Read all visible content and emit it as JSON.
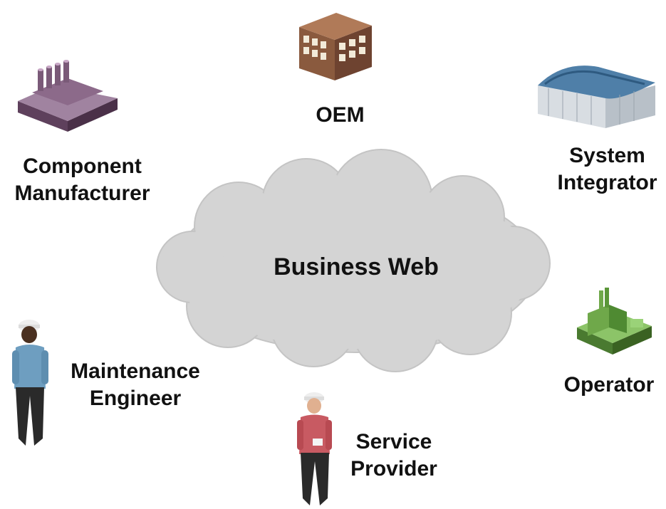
{
  "diagram": {
    "center": {
      "label": "Business Web"
    },
    "nodes": [
      {
        "id": "oem",
        "lines": [
          "OEM"
        ],
        "icon": "office-building-icon"
      },
      {
        "id": "component-manufacturer",
        "lines": [
          "Component",
          "Manufacturer"
        ],
        "icon": "factory-icon"
      },
      {
        "id": "system-integrator",
        "lines": [
          "System",
          "Integrator"
        ],
        "icon": "warehouse-icon"
      },
      {
        "id": "operator",
        "lines": [
          "Operator"
        ],
        "icon": "plant-icon"
      },
      {
        "id": "maintenance-engineer",
        "lines": [
          "Maintenance",
          "Engineer"
        ],
        "icon": "worker-icon"
      },
      {
        "id": "service-provider",
        "lines": [
          "Service",
          "Provider"
        ],
        "icon": "worker-icon"
      }
    ]
  },
  "colors": {
    "cloud_fill": "#d4d4d4",
    "cloud_stroke": "#c4c4c4",
    "text": "#111111",
    "factory": "#7a5a78",
    "office": "#8a5a3e",
    "warehouse": "#4f7fa8",
    "plant": "#6fa84a",
    "engineer_shirt": "#6e9ec0",
    "provider_shirt": "#c85a62"
  }
}
